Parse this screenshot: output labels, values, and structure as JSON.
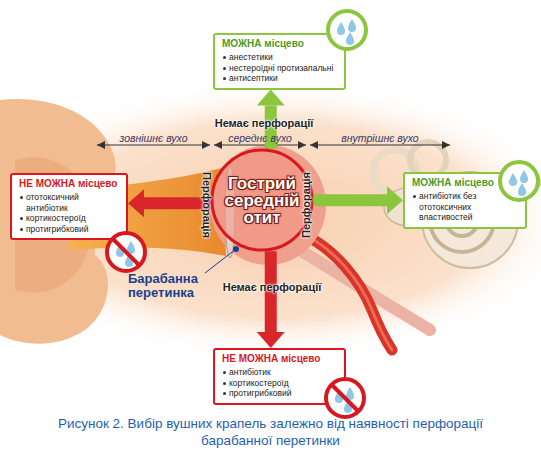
{
  "diagram": {
    "caption": "Рисунок 2. Вибір вушних крапель залежно від наявності перфорації барабанної перетинки",
    "nodes": [
      {
        "text": [
          "МОЖНА місцево",
          "анестетики",
          "нестероїдні протизапальні",
          "антисептики"
        ]
      },
      {
        "text": [
          "НЕ МОЖНА місцево",
          "ототоксичний антибіотик",
          "кортикостероїд",
          "протигрибковий"
        ]
      },
      {
        "text": [
          "Гострий середній отит"
        ]
      },
      {
        "text": [
          "МОЖНА місцево",
          "антибіотик без ототоксичних властивостей"
        ]
      },
      {
        "text": [
          "НЕ МОЖНА місцево",
          "антибіотик",
          "кортикостероїд",
          "протигрибковий"
        ]
      }
    ],
    "edges": [
      {
        "from": 2,
        "to": 0,
        "arrow": "to",
        "label": "Немає перфорації"
      },
      {
        "from": 2,
        "to": 1,
        "arrow": "to",
        "label": "Перфорація"
      },
      {
        "from": 2,
        "to": 3,
        "arrow": "to",
        "label": "Перфорація"
      },
      {
        "from": 2,
        "to": 4,
        "arrow": "to",
        "label": "Немає перфорації"
      }
    ],
    "labels": [
      "зовнішнє вухо",
      "середнє вухо",
      "внутрішнє вухо",
      "Барабанна перетинка"
    ]
  }
}
